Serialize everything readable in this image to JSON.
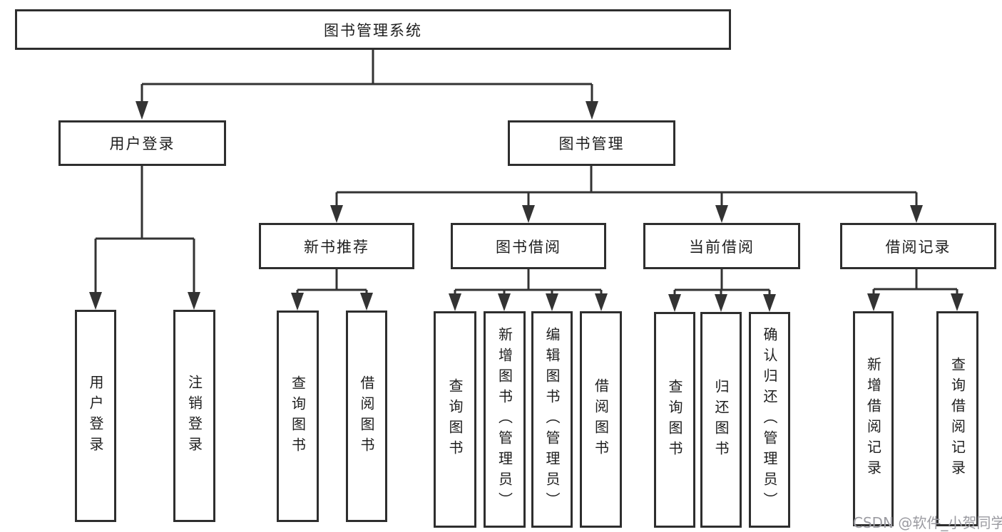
{
  "colors": {
    "background": "#ffffff",
    "line": "#333333",
    "box_border": "#2e2e2e",
    "text": "#1e1e1e",
    "watermark": "#9b9ba1"
  },
  "tree": {
    "root": "图书管理系统",
    "user_login": {
      "label": "用户登录",
      "leaves": [
        "用户登录",
        "注销登录"
      ]
    },
    "book_management": {
      "label": "图书管理",
      "sections": [
        {
          "label": "新书推荐",
          "leaves": [
            "查询图书",
            "借阅图书"
          ]
        },
        {
          "label": "图书借阅",
          "leaves": [
            "查询图书",
            "新增图书（管理员）",
            "编辑图书（管理员）",
            "借阅图书"
          ]
        },
        {
          "label": "当前借阅",
          "leaves": [
            "查询图书",
            "归还图书",
            "确认归还（管理员）"
          ]
        },
        {
          "label": "借阅记录",
          "leaves": [
            "新增借阅记录",
            "查询借阅记录"
          ]
        }
      ]
    }
  },
  "watermark": "CSDN @软件_小贺同学"
}
